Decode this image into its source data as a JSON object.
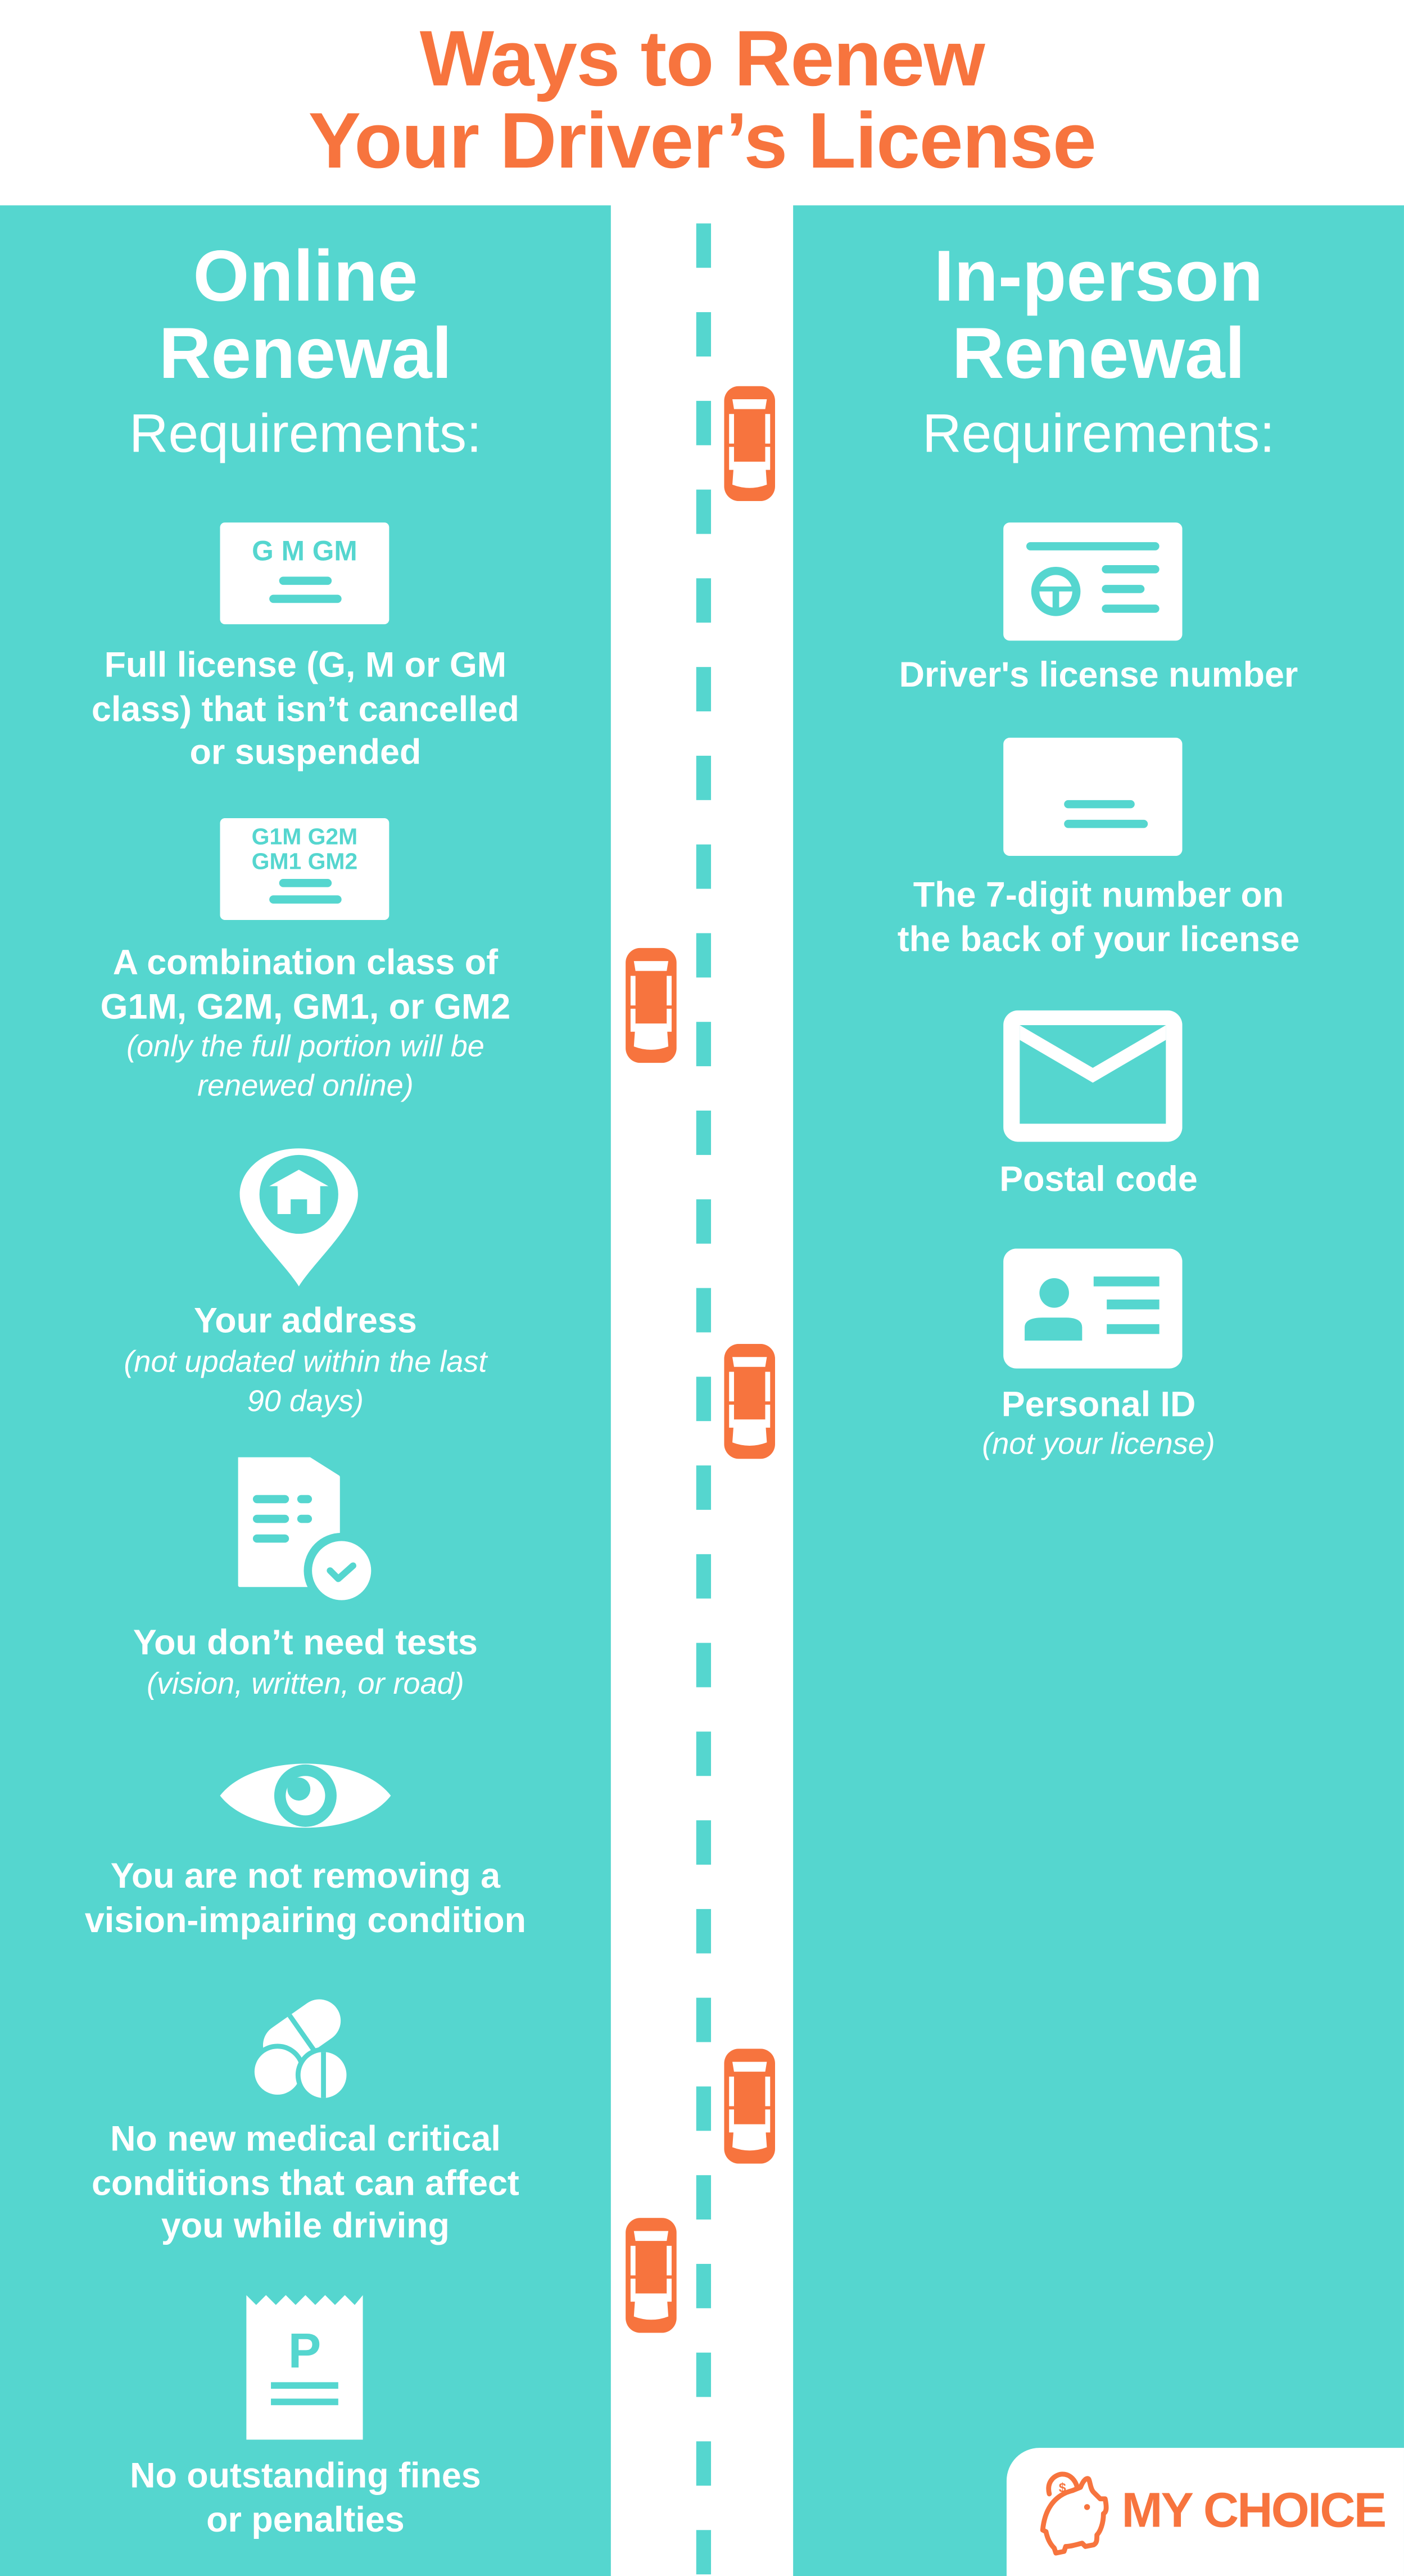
{
  "title": {
    "line1": "Ways to Renew",
    "line2": "Your Driver’s License"
  },
  "colors": {
    "accent": "#F7743E",
    "teal": "#55D6CF",
    "white": "#FFFFFF"
  },
  "online": {
    "heading1": "Online",
    "heading2": "Renewal",
    "requirements": "Requirements:",
    "items": [
      {
        "icon": "license-card-icon",
        "card_text": "G M GM",
        "lines": [
          "Full license (G, M or GM",
          "class) that isn’t cancelled",
          "or suspended"
        ]
      },
      {
        "icon": "combination-card-icon",
        "card_text1": "G1M G2M",
        "card_text2": "GM1 GM2",
        "lines": [
          "A combination class of",
          "G1M, G2M, GM1, or GM2"
        ],
        "note": [
          "(only the full portion will be",
          "renewed online)"
        ]
      },
      {
        "icon": "home-location-pin-icon",
        "lines": [
          "Your address"
        ],
        "note": [
          "(not updated within the last",
          "90 days)"
        ]
      },
      {
        "icon": "document-check-icon",
        "lines": [
          "You don’t need tests"
        ],
        "note": [
          "(vision, written, or road)"
        ]
      },
      {
        "icon": "eye-icon",
        "lines": [
          "You are not removing a",
          "vision-impairing condition"
        ]
      },
      {
        "icon": "pills-icon",
        "lines": [
          "No new medical critical",
          "conditions that can affect",
          "you while driving"
        ]
      },
      {
        "icon": "parking-ticket-icon",
        "card_text": "P",
        "lines": [
          "No outstanding fines",
          "or penalties"
        ]
      }
    ]
  },
  "inperson": {
    "heading1": "In-person",
    "heading2": "Renewal",
    "requirements": "Requirements:",
    "items": [
      {
        "icon": "drivers-license-card-icon",
        "lines": [
          "Driver's license number"
        ]
      },
      {
        "icon": "card-back-icon",
        "lines": [
          "The 7-digit number on",
          "the back of your license"
        ]
      },
      {
        "icon": "envelope-icon",
        "lines": [
          "Postal code"
        ]
      },
      {
        "icon": "id-card-icon",
        "lines": [
          "Personal ID"
        ],
        "note": [
          "(not your license)"
        ]
      }
    ]
  },
  "logo": {
    "text": "MY CHOICE"
  }
}
